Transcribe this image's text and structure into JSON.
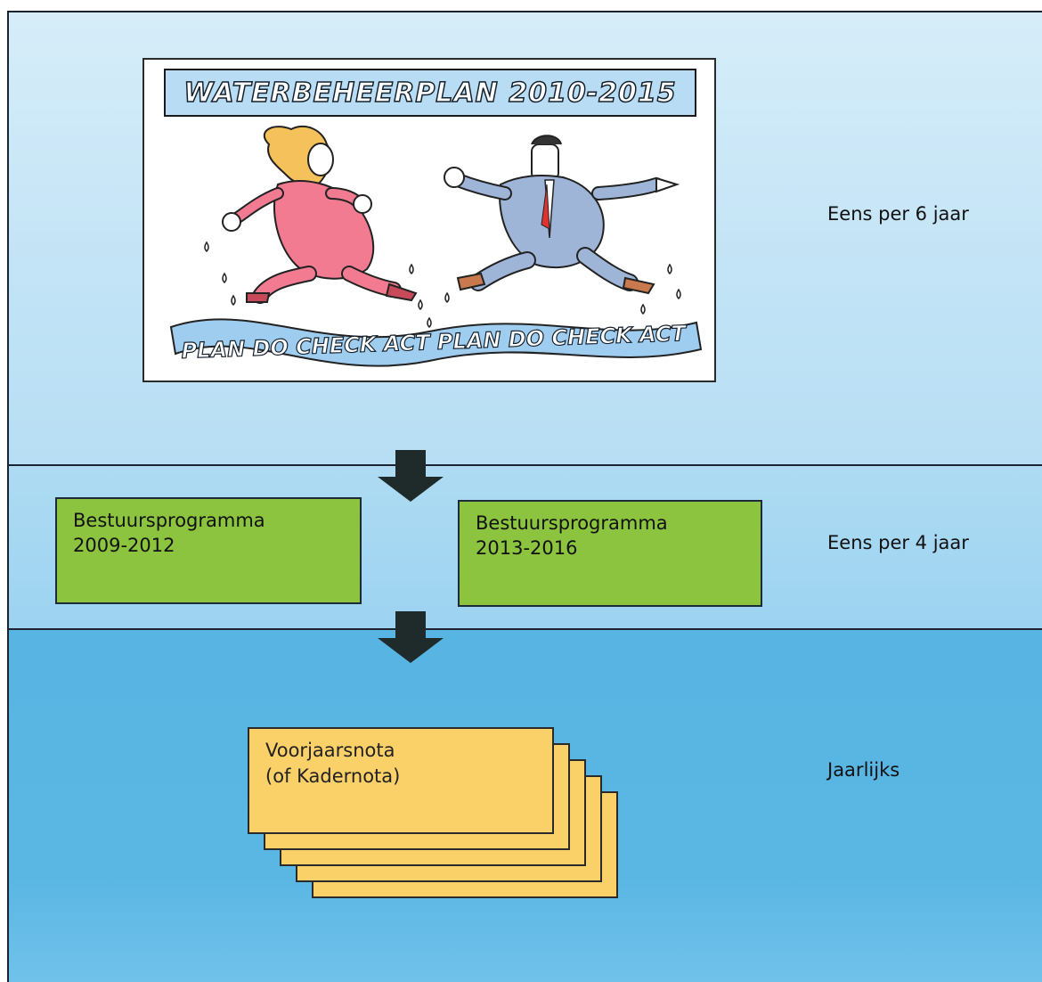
{
  "cartoon": {
    "title": "WATERBEHEERPLAN 2010-2015",
    "banner_text": "PLAN DO CHECK ACT PLAN DO CHECK ACT"
  },
  "levels": [
    {
      "frequency": "Eens per 6 jaar"
    },
    {
      "frequency": "Eens per 4 jaar"
    },
    {
      "frequency": "Jaarlijks"
    }
  ],
  "programs": [
    {
      "line1": "Bestuursprogramma",
      "line2": "2009-2012"
    },
    {
      "line1": "Bestuursprogramma",
      "line2": "2013-2016"
    }
  ],
  "yearly_note": {
    "line1": "Voorjaarsnota",
    "line2": "(of Kadernota)"
  },
  "colors": {
    "band_top": "#c3e4f6",
    "band_middle": "#a3d6f2",
    "band_bottom": "#58b4e2",
    "program_green": "#8cc43f",
    "note_yellow": "#fad068",
    "arrow": "#1f2b2a"
  }
}
